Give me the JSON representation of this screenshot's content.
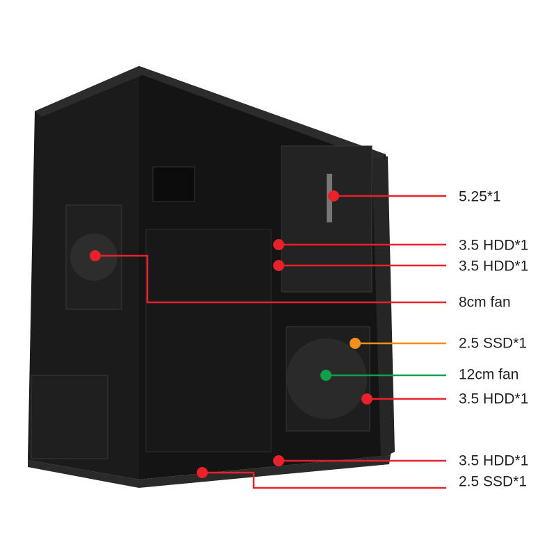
{
  "image": {
    "subject": "pc-case-interior"
  },
  "callouts": [
    {
      "id": "bay-525",
      "label": "5.25*1",
      "color": "#e8212b"
    },
    {
      "id": "hdd-1",
      "label": "3.5 HDD*1",
      "color": "#e8212b"
    },
    {
      "id": "hdd-2",
      "label": "3.5 HDD*1",
      "color": "#e8212b"
    },
    {
      "id": "fan-8cm",
      "label": "8cm fan",
      "color": "#e8212b"
    },
    {
      "id": "ssd-1",
      "label": "2.5 SSD*1",
      "color": "#f39019"
    },
    {
      "id": "fan-12cm",
      "label": "12cm fan",
      "color": "#0ea04b"
    },
    {
      "id": "hdd-3",
      "label": "3.5 HDD*1",
      "color": "#e8212b"
    },
    {
      "id": "hdd-4",
      "label": "3.5 HDD*1",
      "color": "#e8212b"
    },
    {
      "id": "ssd-2",
      "label": "2.5 SSD*1",
      "color": "#e8212b"
    }
  ]
}
